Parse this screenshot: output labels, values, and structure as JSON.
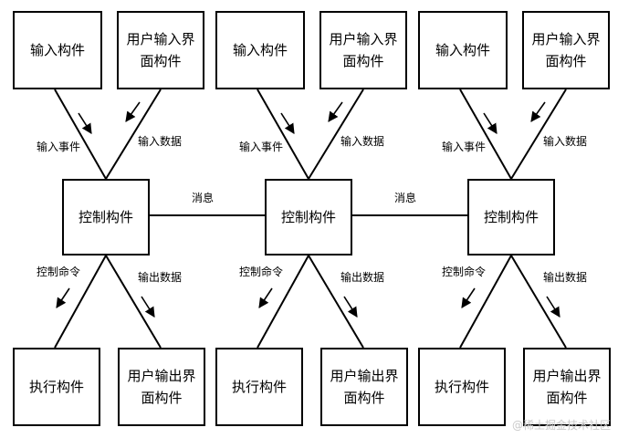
{
  "groups": [
    {
      "input_component": "输入构件",
      "input_ui_component": "用户输入界面构件",
      "input_event": "输入事件",
      "input_data": "输入数据",
      "control_component": "控制构件",
      "control_command": "控制命令",
      "output_data": "输出数据",
      "exec_component": "执行构件",
      "output_ui_component": "用户输出界面构件"
    },
    {
      "input_component": "输入构件",
      "input_ui_component": "用户输入界面构件",
      "input_event": "输入事件",
      "input_data": "输入数据",
      "control_component": "控制构件",
      "control_command": "控制命令",
      "output_data": "输出数据",
      "exec_component": "执行构件",
      "output_ui_component": "用户输出界面构件"
    },
    {
      "input_component": "输入构件",
      "input_ui_component": "用户输入界面构件",
      "input_event": "输入事件",
      "input_data": "输入数据",
      "control_component": "控制构件",
      "control_command": "控制命令",
      "output_data": "输出数据",
      "exec_component": "执行构件",
      "output_ui_component": "用户输出界面构件"
    }
  ],
  "messages": [
    "消息",
    "消息"
  ],
  "watermark": "@稀土掘金技术社区"
}
